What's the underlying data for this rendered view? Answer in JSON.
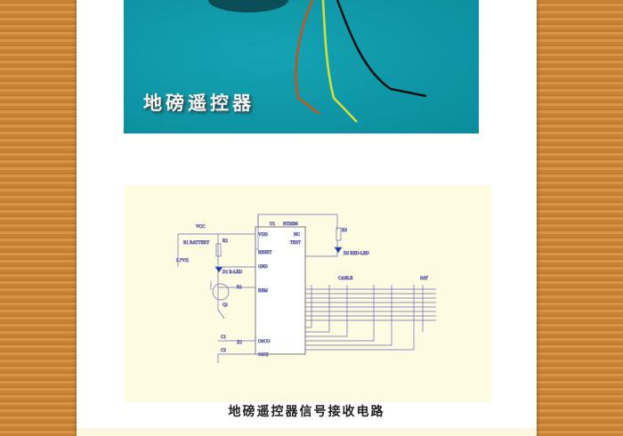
{
  "photo": {
    "title": "地磅遥控器"
  },
  "schematic": {
    "labels": {
      "vcc": "VCC",
      "battery": "B1 BATTERY",
      "battery_value": "3.7V/2",
      "chip_ref": "U1",
      "chip_part": "NT5636",
      "vdd": "VDD",
      "reset": "RESET",
      "gnd": "GND",
      "rem": "REM",
      "osco": "OSCO",
      "osci": "OSCI",
      "nc": "NC",
      "test": "TEST",
      "led1": "D1 R-LED",
      "led2": "D2 RED-LED",
      "r1": "R1",
      "r2": "R2",
      "r3": "R3",
      "q1": "Q1",
      "c1": "C1",
      "c2": "C2",
      "x1": "X1",
      "cable": "CABLE",
      "sat": "SAT"
    }
  },
  "caption": "地磅遥控器信号接收电路",
  "colors": {
    "wood": "#c98236",
    "photo_bg": "#0b8c9c",
    "schematic_bg": "#fdfbe2",
    "wire": "#6a6ab0"
  }
}
